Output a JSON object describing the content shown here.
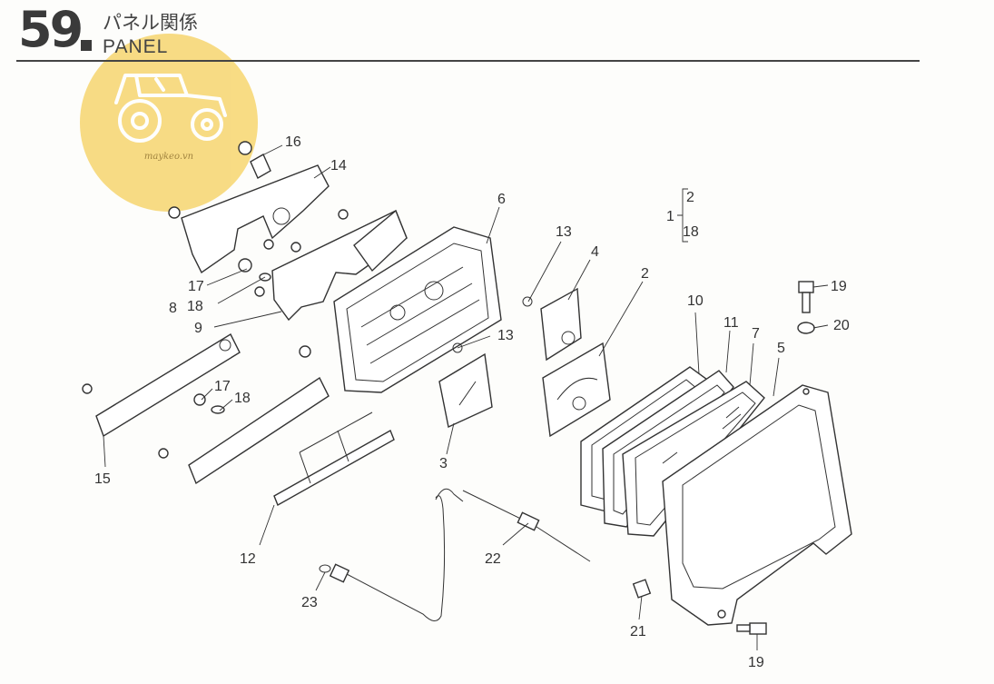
{
  "header": {
    "number": "59",
    "title_jp": "パネル関係",
    "title_en": "PANEL"
  },
  "logo": {
    "text": "maykeo.vn",
    "color": "#f7d97a"
  },
  "callouts": [
    {
      "id": "c16",
      "text": "16"
    },
    {
      "id": "c14",
      "text": "14"
    },
    {
      "id": "c6",
      "text": "6"
    },
    {
      "id": "c13a",
      "text": "13"
    },
    {
      "id": "c4",
      "text": "4"
    },
    {
      "id": "c2",
      "text": "2"
    },
    {
      "id": "c17a",
      "text": "17"
    },
    {
      "id": "c18a",
      "text": "18"
    },
    {
      "id": "c8",
      "text": "8"
    },
    {
      "id": "c9",
      "text": "9"
    },
    {
      "id": "c13b",
      "text": "13"
    },
    {
      "id": "c10",
      "text": "10"
    },
    {
      "id": "c11",
      "text": "11"
    },
    {
      "id": "c7",
      "text": "7"
    },
    {
      "id": "c5",
      "text": "5"
    },
    {
      "id": "c19a",
      "text": "19"
    },
    {
      "id": "c20",
      "text": "20"
    },
    {
      "id": "c17b",
      "text": "17"
    },
    {
      "id": "c18b",
      "text": "18"
    },
    {
      "id": "c15",
      "text": "15"
    },
    {
      "id": "c3",
      "text": "3"
    },
    {
      "id": "c12",
      "text": "12"
    },
    {
      "id": "c22",
      "text": "22"
    },
    {
      "id": "c23",
      "text": "23"
    },
    {
      "id": "c21",
      "text": "21"
    },
    {
      "id": "c19b",
      "text": "19"
    }
  ],
  "group_bracket": {
    "parent": "1",
    "children": [
      "2",
      "18"
    ]
  }
}
